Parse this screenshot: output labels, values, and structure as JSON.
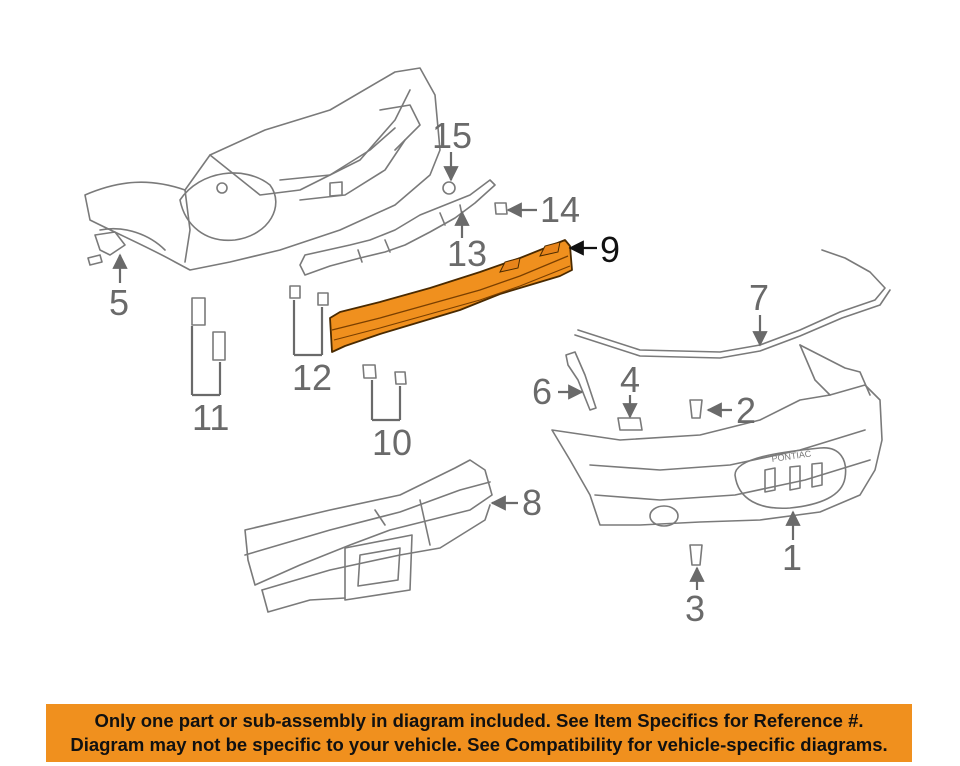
{
  "diagram": {
    "callouts": [
      "1",
      "2",
      "3",
      "4",
      "5",
      "6",
      "7",
      "8",
      "9",
      "10",
      "11",
      "12",
      "13",
      "14",
      "15"
    ],
    "highlighted_part": "9",
    "bumper_lettering": "PONTIAC",
    "highlight_color": "#f0901e",
    "line_color": "#7a7a7a"
  },
  "banner": {
    "line1": "Only one part or sub-assembly in diagram included. See Item Specifics for Reference #.",
    "line2": "Diagram may not be specific to your vehicle. See Compatibility for vehicle-specific diagrams.",
    "background": "#f0901e"
  }
}
